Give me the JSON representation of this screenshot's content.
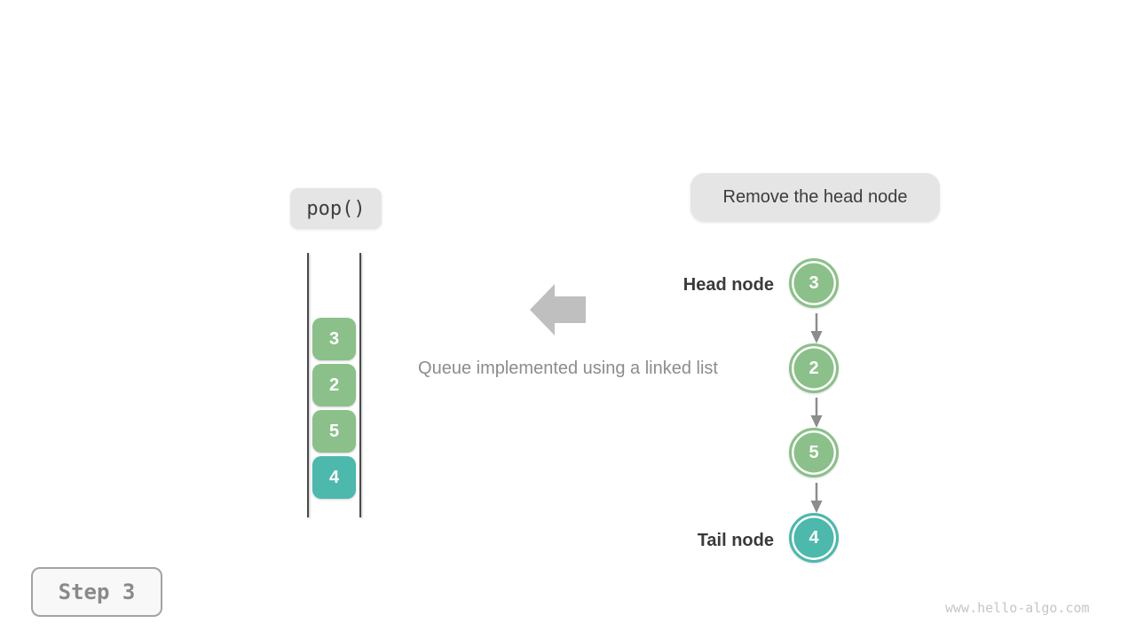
{
  "labels": {
    "operation": "pop()",
    "annotation": "Remove the head node",
    "caption": "Queue implemented using a linked list",
    "step": "Step 3",
    "watermark": "www.hello-algo.com"
  },
  "queue": {
    "items": [
      {
        "value": "3",
        "color": "#8cc08a"
      },
      {
        "value": "2",
        "color": "#8cc08a"
      },
      {
        "value": "5",
        "color": "#8cc08a"
      },
      {
        "value": "4",
        "color": "#4db8ac"
      }
    ]
  },
  "linked_list": {
    "head_label": "Head node",
    "tail_label": "Tail node",
    "nodes": [
      {
        "value": "3",
        "color": "#8cc08a"
      },
      {
        "value": "2",
        "color": "#8cc08a"
      },
      {
        "value": "5",
        "color": "#8cc08a"
      },
      {
        "value": "4",
        "color": "#4db8ac"
      }
    ]
  },
  "colors": {
    "green_node": "#8cc08a",
    "teal_node": "#4db8ac",
    "label_background": "#e5e5e5",
    "dark_text": "#3c3c3c",
    "gray_text": "#8c8c8c",
    "block_arrow_gray": "#bfbfbf",
    "connector_gray": "#8c8c8c",
    "wall_gray": "#4a4a4a",
    "watermark_gray": "#c6c6c6"
  }
}
